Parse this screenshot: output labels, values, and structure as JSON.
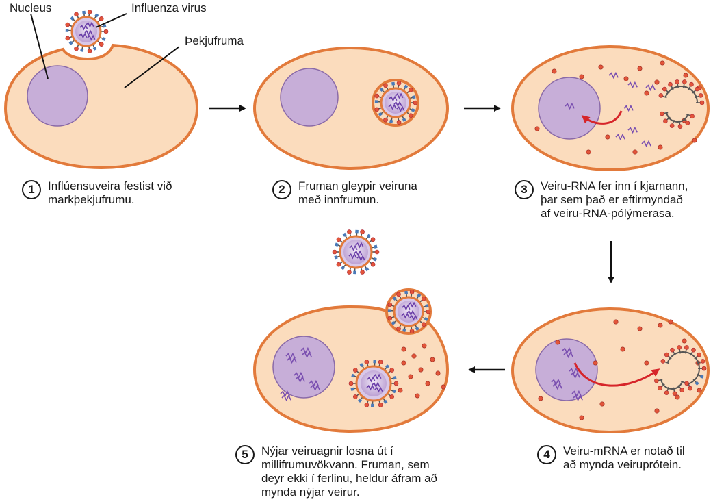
{
  "labels": {
    "nucleus": "Nucleus",
    "virus": "Influenza virus",
    "host_cell": "Þekjufruma"
  },
  "steps": [
    {
      "num": "1",
      "text": "Inflúensuveira festist við\nmarkþekjufrumu."
    },
    {
      "num": "2",
      "text": "Fruman gleypir veiruna\nmeð innfrumun."
    },
    {
      "num": "3",
      "text": "Veiru-RNA fer inn í kjarnann,\nþar sem það er eftirmyndað\naf veiru-RNA-pólýmerasa."
    },
    {
      "num": "4",
      "text": "Veiru-mRNA er notað til\nað mynda veiruprótein."
    },
    {
      "num": "5",
      "text": "Nýjar veiruagnir losna út í\nmillifrumuvökvann. Fruman, sem\ndeyr ekki í ferlinu, heldur áfram að\nmynda nýjar veirur."
    }
  ],
  "colors": {
    "cell_fill": "#fbdcbd",
    "cell_stroke": "#e27a3b",
    "nucleus_fill": "#c7aed8",
    "nucleus_stroke": "#8a6aa8",
    "rna": "#7a4fb0",
    "arrow_red": "#d6252a"
  }
}
